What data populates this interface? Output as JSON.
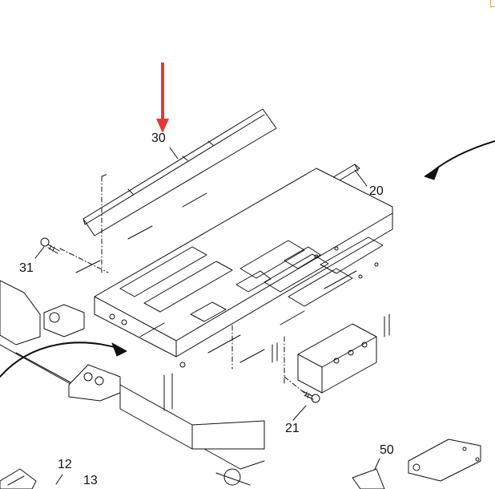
{
  "diagram": {
    "callouts": [
      {
        "id": "30",
        "text": "30"
      },
      {
        "id": "20",
        "text": "20"
      },
      {
        "id": "31",
        "text": "31"
      },
      {
        "id": "21",
        "text": "21"
      },
      {
        "id": "12",
        "text": "12"
      },
      {
        "id": "13",
        "text": "13"
      },
      {
        "id": "50",
        "text": "50"
      }
    ],
    "highlight_color": "#e53935",
    "line_color": "#111111"
  }
}
